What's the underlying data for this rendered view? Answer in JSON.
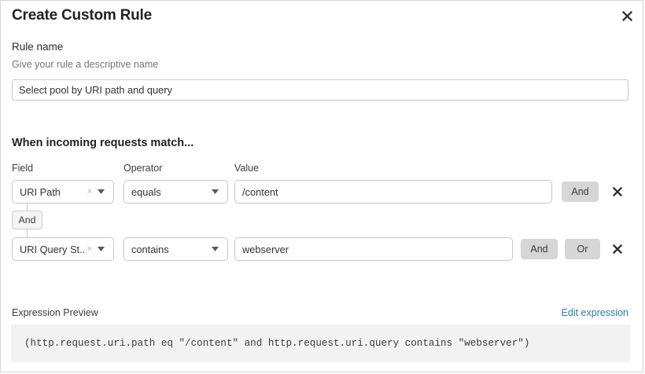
{
  "dialog": {
    "title": "Create Custom Rule",
    "close_label": "close-icon"
  },
  "rule_name": {
    "label": "Rule name",
    "description": "Give your rule a descriptive name",
    "value": "Select pool by URI path and query",
    "placeholder": ""
  },
  "conditions": {
    "heading": "When incoming requests match...",
    "columns": {
      "field": "Field",
      "operator": "Operator",
      "value": "Value"
    },
    "connector": "And",
    "rows": [
      {
        "field": "URI Path",
        "operator": "equals",
        "value": "/content",
        "clear": "×",
        "buttons": [
          "And"
        ],
        "remove": "✕"
      },
      {
        "field": "URI Query St...",
        "operator": "contains",
        "value": "webserver",
        "clear": "×",
        "buttons": [
          "And",
          "Or"
        ],
        "remove": "✕"
      }
    ]
  },
  "expression": {
    "label": "Expression Preview",
    "edit_link": "Edit expression",
    "code": "(http.request.uri.path eq \"/content\" and http.request.uri.query contains \"webserver\")"
  },
  "colors": {
    "accent_link": "#3079a8",
    "button_grey": "#d6d6d6",
    "code_bg": "#f2f2f2",
    "border": "#c9c9c9"
  }
}
